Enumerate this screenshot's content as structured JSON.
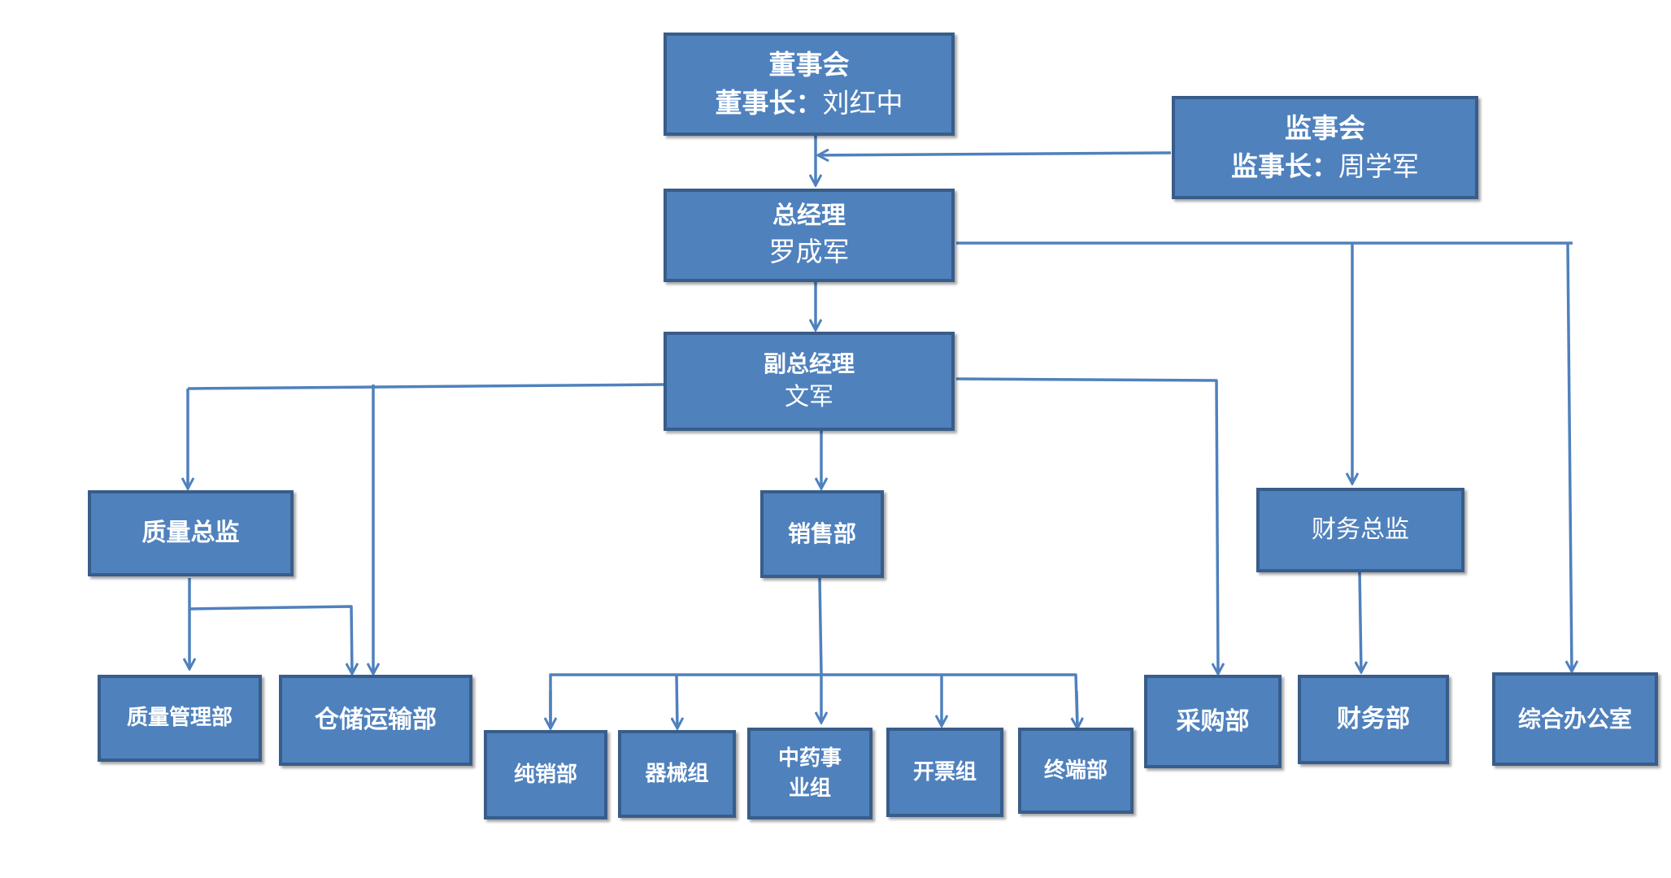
{
  "colors": {
    "box_fill": "#4f81bd",
    "box_border": "#385d8a",
    "connector": "#4f81bd",
    "text": "#ffffff"
  },
  "board": {
    "title": "董事会",
    "chair_label": "董事长：",
    "chair_name": "刘红中"
  },
  "supervisory": {
    "title": "监事会",
    "chair_label": "监事长：",
    "chair_name": "周学军"
  },
  "gm": {
    "title": "总经理",
    "name": "罗成军"
  },
  "deputy_gm": {
    "title": "副总经理",
    "name": "文军"
  },
  "quality_director": {
    "title": "质量总监"
  },
  "sales": {
    "title": "销售部"
  },
  "finance_director": {
    "title": "财务总监"
  },
  "quality_mgmt": {
    "title": "质量管理部"
  },
  "storage": {
    "title": "仓储运输部"
  },
  "pure_sales": {
    "title": "纯销部"
  },
  "equipment": {
    "title": "器械组"
  },
  "tcm": {
    "line1": "中药事",
    "line2": "业组"
  },
  "invoice": {
    "title": "开票组"
  },
  "terminal": {
    "title": "终端部"
  },
  "purchasing": {
    "title": "采购部"
  },
  "finance": {
    "title": "财务部"
  },
  "office": {
    "title": "综合办公室"
  }
}
